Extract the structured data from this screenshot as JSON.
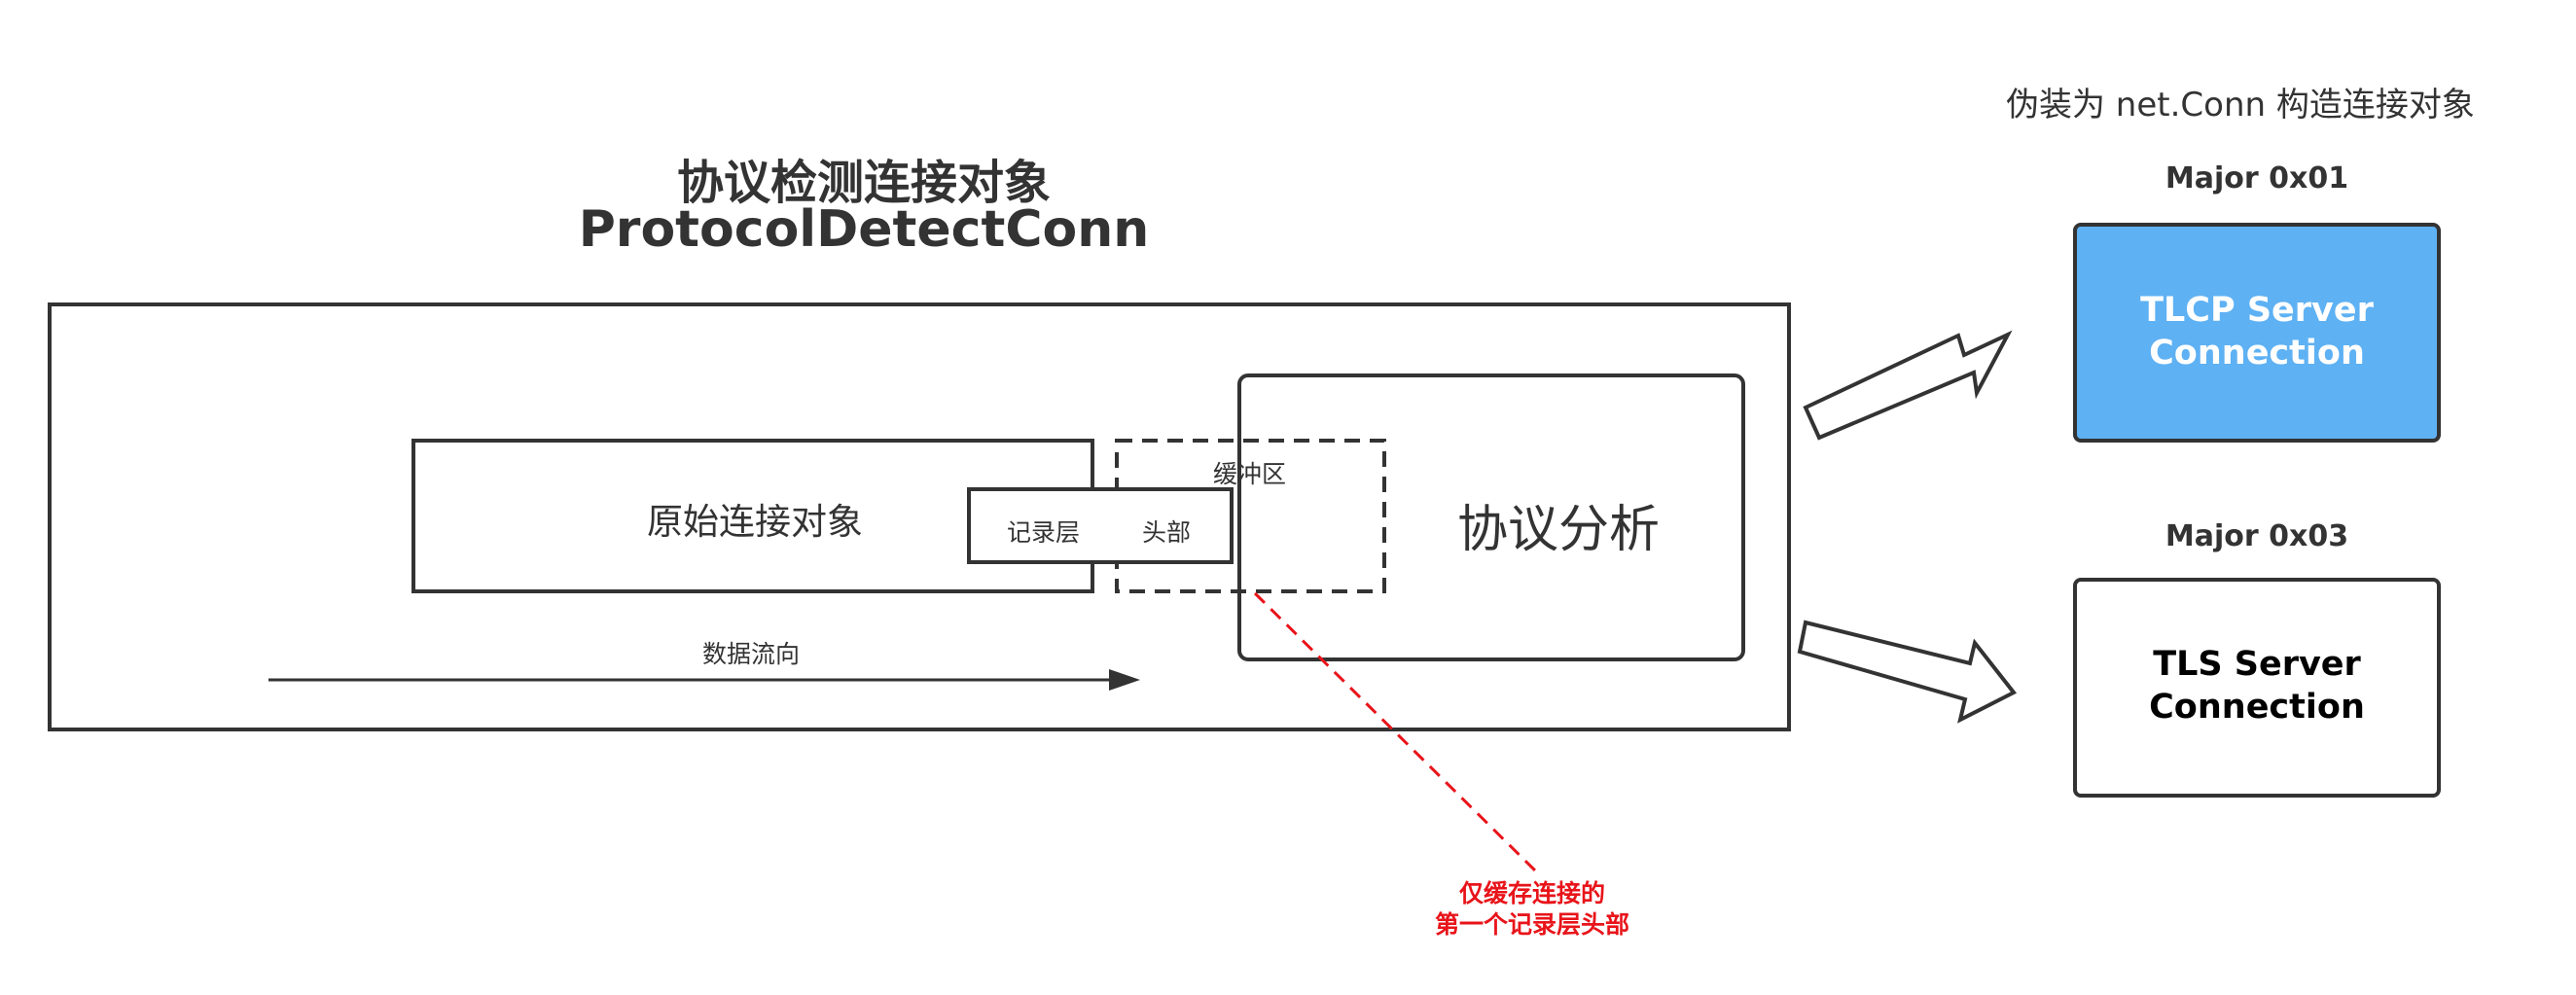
{
  "title": {
    "line1": "协议检测连接对象",
    "line2": "ProtocolDetectConn"
  },
  "header_caption": "伪装为  net.Conn 构造连接对象",
  "raw_conn_label": "原始连接对象",
  "record_header": {
    "left": "记录层",
    "right": "头部"
  },
  "buffer_label": "缓冲区",
  "analysis_label": "协议分析",
  "flow_label": "数据流向",
  "note": {
    "line1": "仅缓存连接的",
    "line2": "第一个记录层头部",
    "color": "#e8141a"
  },
  "outputs": [
    {
      "major": "Major 0x01",
      "line1": "TLCP Server",
      "line2": "Connection",
      "fill": "#5eb1f3",
      "text_color": "#ffffff"
    },
    {
      "major": "Major 0x03",
      "line1": "TLS Server",
      "line2": "Connection",
      "fill": "#ffffff",
      "text_color": "#000000"
    }
  ]
}
